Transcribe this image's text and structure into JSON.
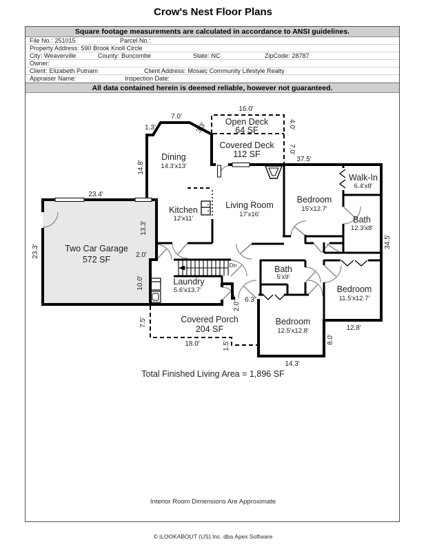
{
  "page": {
    "title": "Crow's Nest Floor Plans",
    "banner_top": "Square footage measurements are calculated in accordance to ANSI guidelines.",
    "banner_bottom": "All data contained herein is deemed reliable, however not guaranteed.",
    "total_area": "Total Finished Living Area = 1,896 SF",
    "disclaimer": "Interior Room Dimensions Are Approximate",
    "copyright": "© iLOOKABOUT (US) Inc. dba Apex Software"
  },
  "info": {
    "file_no": {
      "label": "File No.:",
      "value": "251015"
    },
    "parcel_no": {
      "label": "Parcel No.:",
      "value": ""
    },
    "property_address": {
      "label": "Property Address:",
      "value": "590 Brook Knoll Circle"
    },
    "city": {
      "label": "City:",
      "value": "Weaverville"
    },
    "county": {
      "label": "County:",
      "value": "Buncombe"
    },
    "state": {
      "label": "State:",
      "value": "NC"
    },
    "zipcode": {
      "label": "ZipCode:",
      "value": "28787"
    },
    "owner": {
      "label": "Owner:",
      "value": ""
    },
    "client": {
      "label": "Client:",
      "value": "Elizabeth Putnam"
    },
    "client_address": {
      "label": "Client Address:",
      "value": "Mosaic Community Lifestyle Realty"
    },
    "appraiser": {
      "label": "Appraiser Name:",
      "value": ""
    },
    "inspection_date": {
      "label": "Inspection Date:",
      "value": ""
    }
  },
  "plan": {
    "stairs_label": "Dn",
    "wall_color": "#000000",
    "garage_fill": "#e8e8e8",
    "rooms": [
      {
        "name": "Open Deck",
        "size": "64 SF"
      },
      {
        "name": "Covered Deck",
        "size": "112 SF"
      },
      {
        "name": "Dining",
        "size": "14.3'x13'"
      },
      {
        "name": "Kitchen",
        "size": "12'x11'"
      },
      {
        "name": "Living Room",
        "size": "17'x16'"
      },
      {
        "name": "Two Car Garage",
        "size": "572 SF"
      },
      {
        "name": "Laundry",
        "size": "5.6'x13.7'"
      },
      {
        "name": "Covered Porch",
        "size": "204 SF"
      },
      {
        "name": "Bedroom",
        "size": "15'x12.7'"
      },
      {
        "name": "Walk-In",
        "size": "6.4'x8'"
      },
      {
        "name": "Bath",
        "size": "12.3'x8'"
      },
      {
        "name": "Bath",
        "size": "5'x9'"
      },
      {
        "name": "Bedroom",
        "size": "11.5'x12.7'"
      },
      {
        "name": "Bedroom",
        "size": "12.5'x12.8'"
      }
    ],
    "dims": [
      "7.0'",
      "1.3'",
      "3.3'",
      "16.0'",
      "4.0'",
      "7.0'",
      "37.5'",
      "14.8'",
      "23.4'",
      "23.3'",
      "13.3'",
      "2.0'",
      "10.0'",
      "34.5'",
      "2.0'",
      "6.3'",
      "7.5'",
      "18.0'",
      "1.5'",
      "14.3'",
      "12.8'",
      "8.0'"
    ]
  }
}
